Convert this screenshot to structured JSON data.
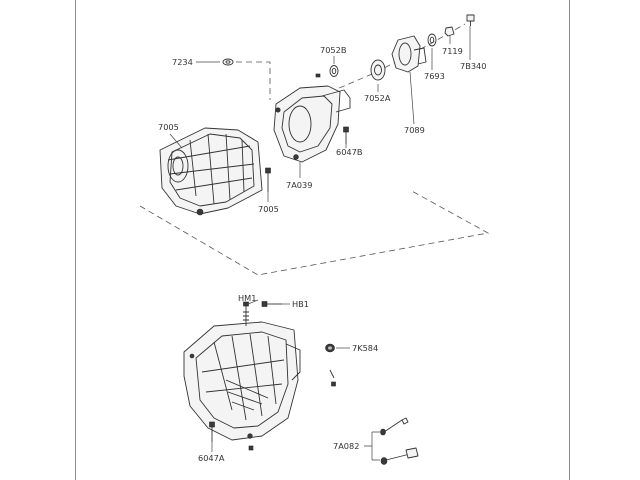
{
  "callouts": {
    "c7234": "7234",
    "c7052b": "7052B",
    "c7052a": "7052A",
    "c7089": "7089",
    "c7693": "7693",
    "c7119": "7119",
    "c7b340": "7B340",
    "c7005a": "7005",
    "c7005b": "7005",
    "c6047b": "6047B",
    "c7a039": "7A039",
    "chm1": "HM1",
    "chb1": "HB1",
    "c7k584": "7K584",
    "c6047a": "6047A",
    "c7a082": "7A082"
  }
}
